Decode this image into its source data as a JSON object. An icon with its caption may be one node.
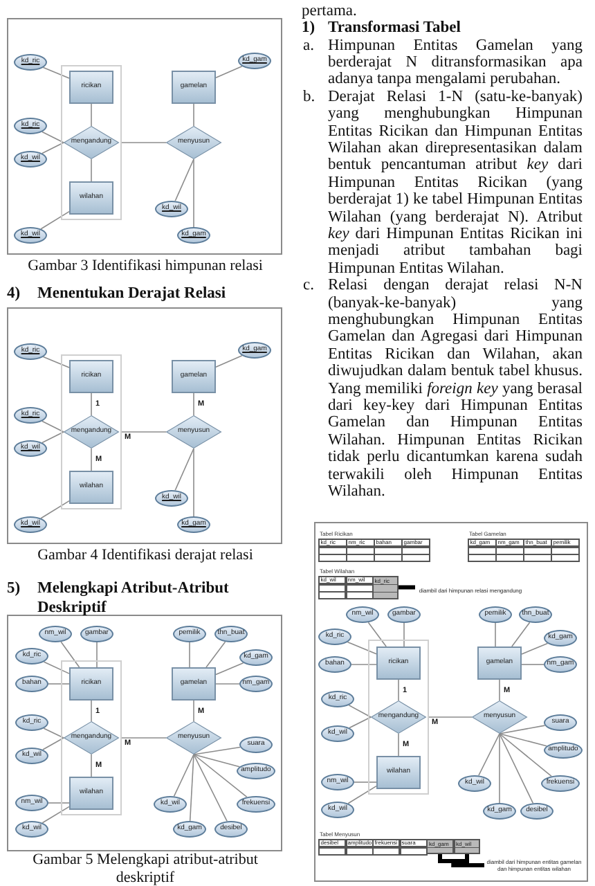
{
  "diagram": {
    "nodes": [
      {
        "text": [],
        "shape": "box"
      },
      {
        "text": [
          "ricikan"
        ],
        "in": 0
      },
      {
        "text": [
          "mengandung"
        ],
        "in": 0
      },
      {
        "text": [
          "wilahan"
        ],
        "in": 0
      },
      {
        "text": [
          "gamelan"
        ]
      },
      {
        "text": [
          "menyusun"
        ]
      },
      {
        "text": [
          "kd_ric"
        ]
      },
      {
        "text": [
          "kd_gam"
        ]
      },
      {
        "text": [
          "kd_ric"
        ]
      },
      {
        "text": [
          "kd_wil"
        ]
      },
      {
        "text": [
          "kd_wil"
        ]
      },
      {
        "text": [
          "kd_wil"
        ]
      },
      {
        "text": [
          "kd_gam"
        ]
      },
      {
        "text": [],
        "shape": "box"
      },
      {
        "text": [
          "ricikan"
        ],
        "in": 13
      },
      {
        "text": [
          "mengandung"
        ],
        "in": 13
      },
      {
        "text": [
          "wilahan"
        ],
        "in": 13
      },
      {
        "text": [
          "gamelan"
        ]
      },
      {
        "text": [
          "menyusun"
        ]
      },
      {
        "text": [
          "kd_ric"
        ]
      },
      {
        "text": [
          "kd_gam"
        ]
      },
      {
        "text": [
          "kd_ric"
        ]
      },
      {
        "text": [
          "kd_wil"
        ]
      },
      {
        "text": [
          "kd_wil"
        ]
      },
      {
        "text": [
          "kd_wil"
        ]
      },
      {
        "text": [
          "kd_gam"
        ]
      },
      {
        "text": [],
        "shape": "box"
      },
      {
        "text": [
          "ricikan"
        ],
        "in": 26
      },
      {
        "text": [
          "mengandung"
        ],
        "in": 26
      },
      {
        "text": [
          "wilahan"
        ],
        "in": 26
      },
      {
        "text": [
          "gamelan"
        ]
      },
      {
        "text": [
          "menyusun"
        ]
      },
      {
        "text": [
          "nm_wil"
        ]
      },
      {
        "text": [
          "gambar"
        ]
      },
      {
        "text": [
          "pemilik"
        ]
      },
      {
        "text": [
          "thn_buat"
        ]
      },
      {
        "text": [
          "kd_ric"
        ]
      },
      {
        "text": [
          "kd_gam"
        ]
      },
      {
        "text": [
          "bahan"
        ]
      },
      {
        "text": [
          "nm_gam"
        ]
      },
      {
        "text": [
          "kd_ric"
        ]
      },
      {
        "text": [
          "suara"
        ]
      },
      {
        "text": [
          "kd_wil"
        ]
      },
      {
        "text": [
          "amplitudo"
        ]
      },
      {
        "text": [
          "nm_wil"
        ]
      },
      {
        "text": [
          "kd_wil"
        ]
      },
      {
        "text": [
          "frekuensi"
        ]
      },
      {
        "text": [
          "kd_wil"
        ]
      },
      {
        "text": [
          "kd_gam"
        ]
      },
      {
        "text": [
          "desibel"
        ]
      },
      {
        "text": [
          "kd_ric"
        ]
      },
      {
        "text": [
          "diambil dari himpunan relasi mengandung"
        ]
      },
      {
        "text": [],
        "shape": "box"
      },
      {
        "text": [
          "ricikan"
        ],
        "in": 52
      },
      {
        "text": [
          "mengandung"
        ],
        "in": 52
      },
      {
        "text": [
          "wilahan"
        ],
        "in": 52
      },
      {
        "text": [
          "gamelan"
        ]
      },
      {
        "text": [
          "menyusun"
        ]
      },
      {
        "text": [
          "nm_wil"
        ]
      },
      {
        "text": [
          "gambar"
        ]
      },
      {
        "text": [
          "pemilik"
        ]
      },
      {
        "text": [
          "thn_buat"
        ]
      },
      {
        "text": [
          "kd_ric"
        ]
      },
      {
        "text": [
          "kd_gam"
        ]
      },
      {
        "text": [
          "bahan"
        ]
      },
      {
        "text": [
          "nm_gam"
        ]
      },
      {
        "text": [
          "kd_ric"
        ]
      },
      {
        "text": [
          "suara"
        ]
      },
      {
        "text": [
          "kd_wil"
        ]
      },
      {
        "text": [
          "amplitudo"
        ]
      },
      {
        "text": [
          "nm_wil"
        ]
      },
      {
        "text": [
          "kd_wil"
        ]
      },
      {
        "text": [
          "frekuensi"
        ]
      },
      {
        "text": [
          "kd_wil"
        ]
      },
      {
        "text": [
          "kd_gam"
        ]
      },
      {
        "text": [
          "desibel"
        ]
      },
      {
        "text": [
          "kd_gam"
        ]
      },
      {
        "text": [
          "kd_wil"
        ]
      },
      {
        "text": [
          "diambil dari himpunan entitas gamelan dan himpunan entitas wilahan"
        ]
      }
    ],
    "edges": [
      {
        "from": 1,
        "to": 2,
        "arrow": "none"
      },
      {
        "from": 2,
        "to": 3,
        "arrow": "none"
      },
      {
        "from": 0,
        "to": 5,
        "arrow": "none"
      },
      {
        "from": 4,
        "to": 5,
        "arrow": "none"
      },
      {
        "from": 1,
        "to": 6,
        "arrow": "none"
      },
      {
        "from": 4,
        "to": 7,
        "arrow": "none"
      },
      {
        "from": 2,
        "to": 8,
        "arrow": "none"
      },
      {
        "from": 2,
        "to": 9,
        "arrow": "none"
      },
      {
        "from": 5,
        "to": 10,
        "arrow": "none"
      },
      {
        "from": 3,
        "to": 11,
        "arrow": "none"
      },
      {
        "from": 5,
        "to": 12,
        "arrow": "none"
      },
      {
        "from": 14,
        "to": 15,
        "arrow": "none",
        "label": "1"
      },
      {
        "from": 15,
        "to": 16,
        "arrow": "none",
        "label": "M"
      },
      {
        "from": 13,
        "to": 18,
        "arrow": "none",
        "label": "M"
      },
      {
        "from": 17,
        "to": 18,
        "arrow": "none",
        "label": "M"
      },
      {
        "from": 14,
        "to": 19,
        "arrow": "none"
      },
      {
        "from": 17,
        "to": 20,
        "arrow": "none"
      },
      {
        "from": 15,
        "to": 21,
        "arrow": "none"
      },
      {
        "from": 15,
        "to": 22,
        "arrow": "none"
      },
      {
        "from": 18,
        "to": 23,
        "arrow": "none"
      },
      {
        "from": 16,
        "to": 24,
        "arrow": "none"
      },
      {
        "from": 18,
        "to": 25,
        "arrow": "none"
      },
      {
        "from": 27,
        "to": 28,
        "arrow": "none",
        "label": "1"
      },
      {
        "from": 28,
        "to": 29,
        "arrow": "none",
        "label": "M"
      },
      {
        "from": 26,
        "to": 31,
        "arrow": "none",
        "label": "M"
      },
      {
        "from": 30,
        "to": 31,
        "arrow": "none",
        "label": "M"
      },
      {
        "from": 27,
        "to": 32,
        "arrow": "none"
      },
      {
        "from": 27,
        "to": 33,
        "arrow": "none"
      },
      {
        "from": 30,
        "to": 34,
        "arrow": "none"
      },
      {
        "from": 30,
        "to": 35,
        "arrow": "none"
      },
      {
        "from": 27,
        "to": 36,
        "arrow": "none"
      },
      {
        "from": 30,
        "to": 37,
        "arrow": "none"
      },
      {
        "from": 27,
        "to": 38,
        "arrow": "none"
      },
      {
        "from": 30,
        "to": 39,
        "arrow": "none"
      },
      {
        "from": 28,
        "to": 40,
        "arrow": "none"
      },
      {
        "from": 31,
        "to": 41,
        "arrow": "none"
      },
      {
        "from": 28,
        "to": 42,
        "arrow": "none"
      },
      {
        "from": 31,
        "to": 43,
        "arrow": "none"
      },
      {
        "from": 29,
        "to": 44,
        "arrow": "none"
      },
      {
        "from": 31,
        "to": 45,
        "arrow": "none"
      },
      {
        "from": 31,
        "to": 46,
        "arrow": "none"
      },
      {
        "from": 29,
        "to": 47,
        "arrow": "none"
      },
      {
        "from": 31,
        "to": 48,
        "arrow": "none"
      },
      {
        "from": 31,
        "to": 49,
        "arrow": "none"
      },
      {
        "from": 51,
        "to": 50,
        "arrow": "none",
        "style": "thick",
        "color": "#000000"
      },
      {
        "from": 53,
        "to": 54,
        "arrow": "none",
        "label": "1"
      },
      {
        "from": 54,
        "to": 55,
        "arrow": "none",
        "label": "M"
      },
      {
        "from": 52,
        "to": 57,
        "arrow": "none",
        "label": "M"
      },
      {
        "from": 56,
        "to": 57,
        "arrow": "none",
        "label": "M"
      },
      {
        "from": 53,
        "to": 58,
        "arrow": "none"
      },
      {
        "from": 53,
        "to": 59,
        "arrow": "none"
      },
      {
        "from": 56,
        "to": 60,
        "arrow": "none"
      },
      {
        "from": 56,
        "to": 61,
        "arrow": "none"
      },
      {
        "from": 53,
        "to": 62,
        "arrow": "none"
      },
      {
        "from": 56,
        "to": 63,
        "arrow": "none"
      },
      {
        "from": 53,
        "to": 64,
        "arrow": "none"
      },
      {
        "from": 56,
        "to": 65,
        "arrow": "none"
      },
      {
        "from": 54,
        "to": 66,
        "arrow": "none"
      },
      {
        "from": 57,
        "to": 67,
        "arrow": "none"
      },
      {
        "from": 54,
        "to": 68,
        "arrow": "none"
      },
      {
        "from": 57,
        "to": 69,
        "arrow": "none"
      },
      {
        "from": 55,
        "to": 70,
        "arrow": "none"
      },
      {
        "from": 57,
        "to": 71,
        "arrow": "none"
      },
      {
        "from": 57,
        "to": 72,
        "arrow": "none"
      },
      {
        "from": 55,
        "to": 73,
        "arrow": "none"
      },
      {
        "from": 57,
        "to": 74,
        "arrow": "none"
      },
      {
        "from": 57,
        "to": 75,
        "arrow": "none"
      },
      {
        "from": 78,
        "to": 76,
        "arrow": "none",
        "style": "thick",
        "color": "#000000"
      },
      {
        "from": 78,
        "to": 77,
        "arrow": "none",
        "style": "thick",
        "color": "#000000"
      }
    ],
    "labels": [
      "Gambar 3 Identifikasi himpunan relasi",
      "4)",
      "Menentukan Derajat Relasi",
      "Gambar 4 Identifikasi derajat relasi",
      "5)",
      "Melengkapi Atribut-Atribut Deskriptif",
      "Gambar 5 Melengkapi atribut-atribut deskriptif",
      "pertama.",
      "1)",
      "Transformasi Tabel",
      "a.",
      "Himpunan Entitas Gamelan yang berderajat N ditransformasikan apa adanya tanpa mengalami perubahan.",
      "b.",
      "Derajat Relasi 1-N (satu-ke-banyak) yang menghubungkan Himpunan Entitas Ricikan dan Himpunan Entitas Wilahan akan direpresentasikan dalam bentuk pencantuman atribut *key* dari Himpunan Entitas Ricikan (yang berderajat 1) ke tabel Himpunan Entitas Wilahan (yang berderajat N). Atribut *key* dari Himpunan Entitas Ricikan ini menjadi atribut tambahan bagi Himpunan Entitas Wilahan.",
      "c.",
      "Relasi dengan derajat relasi N-N (banyak-ke-banyak) yang menghubungkan Himpunan Entitas Gamelan dan Agregasi dari Himpunan Entitas Ricikan dan Wilahan, akan diwujudkan dalam bentuk tabel khusus. Yang memiliki *foreign key* yang berasal dari key-key dari Himpunan Entitas Gamelan dan Himpunan Entitas Wilahan. Himpunan Entitas Ricikan tidak perlu dicantumkan karena sudah terwakili oleh Himpunan Entitas Wilahan.",
      "Tabel Ricikan",
      "kd_ric",
      "nm_ric",
      "bahan",
      "gambar",
      "Tabel Gamelan",
      "kd_gam",
      "nm_gam",
      "thn_buat",
      "pemilik",
      "Tabel Wilahan",
      "kd_wil",
      "nm_wil",
      "Tabel Menyusun",
      "desibel",
      "amplitudo",
      "frekuensi",
      "suara"
    ]
  }
}
